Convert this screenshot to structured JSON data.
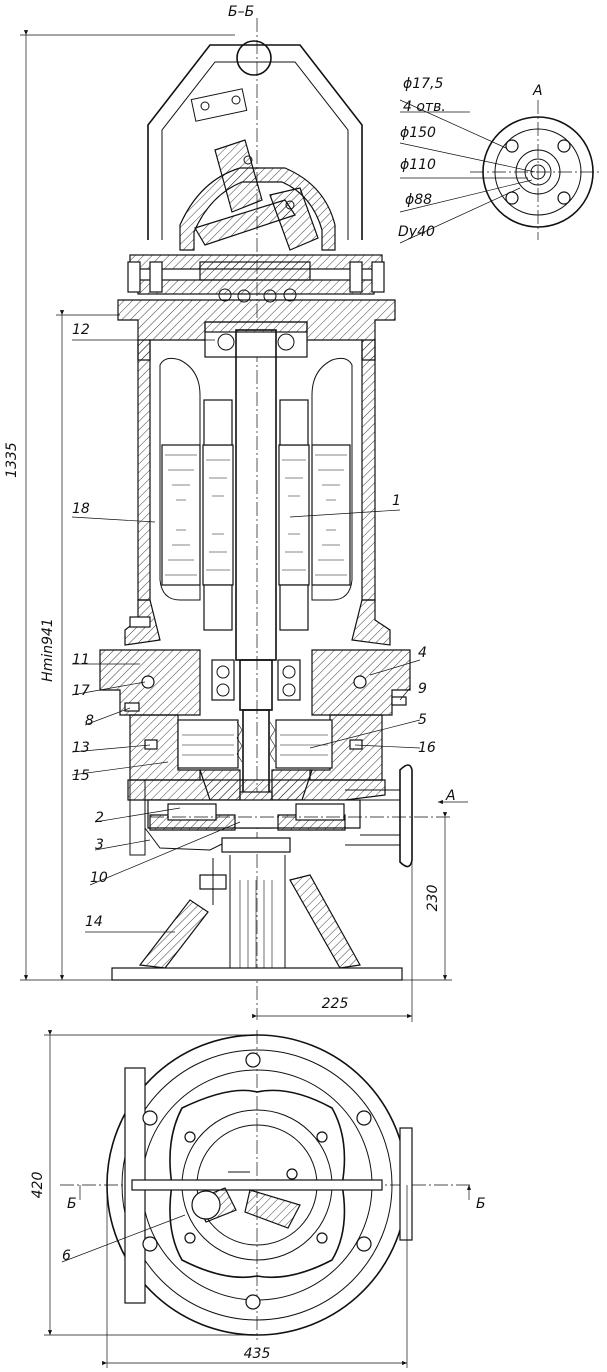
{
  "section_title": "Б–Б",
  "view_label": "A",
  "section_marks": {
    "left": "Б",
    "right": "Б",
    "arrow_a": "A"
  },
  "flange_view": {
    "callouts": [
      "ϕ17,5",
      "4 отв.",
      "ϕ150",
      "ϕ110",
      "ϕ88",
      "Dy40"
    ]
  },
  "dimensions": {
    "total_height": "1335",
    "min_level": "Hmin941",
    "outlet_height": "230",
    "outlet_offset": "225",
    "plan_width": "435",
    "plan_depth": "420"
  },
  "part_numbers": {
    "p1": "1",
    "p2": "2",
    "p3": "3",
    "p4": "4",
    "p5": "5",
    "p6": "6",
    "p8": "8",
    "p9": "9",
    "p10": "10",
    "p11": "11",
    "p12": "12",
    "p13": "13",
    "p14": "14",
    "p15": "15",
    "p16": "16",
    "p17": "17",
    "p18": "18"
  }
}
